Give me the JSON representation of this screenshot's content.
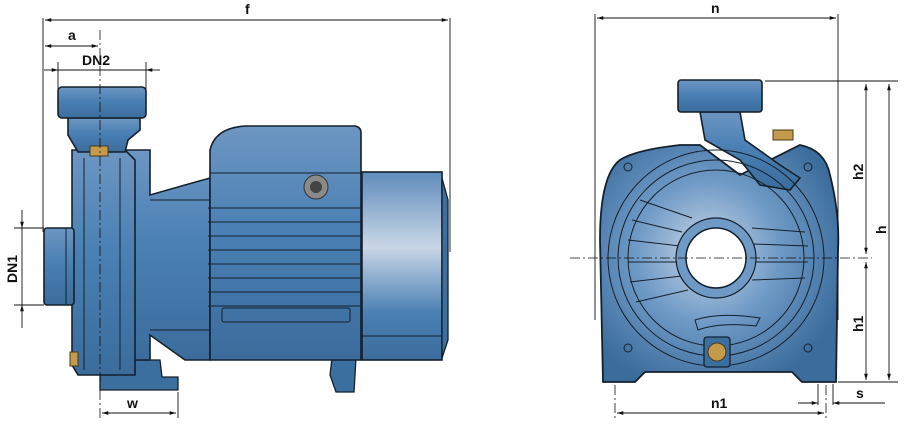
{
  "side_view": {
    "dimensions": {
      "f": "f",
      "a": "a",
      "dn2": "DN2",
      "dn1": "DN1",
      "w": "w"
    }
  },
  "front_view": {
    "dimensions": {
      "n": "n",
      "h2": "h2",
      "h": "h",
      "h1": "h1",
      "n1": "n1",
      "s": "s"
    }
  },
  "colors": {
    "body": "#3f79ad",
    "highlight": "#c9d6e6",
    "brass": "#c49a4c",
    "outline": "#14202c"
  }
}
